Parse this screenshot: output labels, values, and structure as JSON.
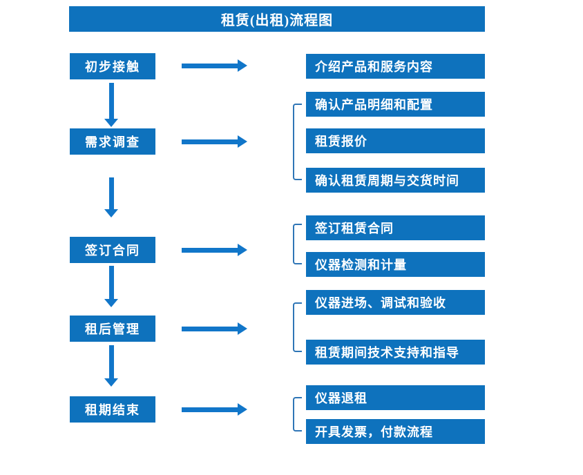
{
  "title": "租赁(出租)流程图",
  "colors": {
    "box_blue": "#0e72bd",
    "arrow_blue": "#1176c9",
    "bracket_blue": "#2e75b6",
    "text_white": "#ffffff"
  },
  "flow": {
    "stages": [
      {
        "label": "初步接触",
        "details": [
          "介绍产品和服务内容"
        ]
      },
      {
        "label": "需求调查",
        "details": [
          "确认产品明细和配置",
          "租赁报价",
          "确认租赁周期与交货时间"
        ]
      },
      {
        "label": "签订合同",
        "details": [
          "签订租赁合同",
          "仪器检测和计量"
        ]
      },
      {
        "label": "租后管理",
        "details": [
          "仪器进场、调试和验收",
          "租赁期间技术支持和指导"
        ]
      },
      {
        "label": "租期结束",
        "details": [
          "仪器退租",
          "开具发票，付款流程"
        ]
      }
    ]
  }
}
